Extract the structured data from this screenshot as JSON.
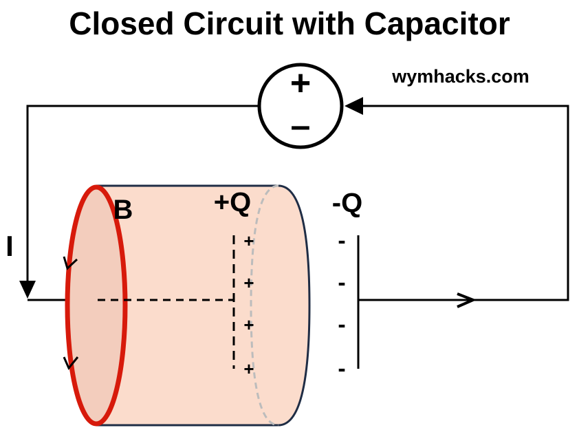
{
  "title": "Closed Circuit with Capacitor",
  "watermark": "wymhacks.com",
  "labels": {
    "current": "I",
    "magnetic_field": "B",
    "positive_charge": "+Q",
    "negative_charge": "-Q"
  },
  "battery": {
    "positive_sign": "+",
    "negative_sign": "–"
  },
  "plates": {
    "positive_signs": [
      "+",
      "+",
      "+",
      "+"
    ],
    "negative_signs": [
      "-",
      "-",
      "-",
      "-"
    ]
  },
  "colors": {
    "cylinder_fill": "#fbdccc",
    "cylinder_cap": "#f3cdbd",
    "loop_red": "#d71a0b",
    "cylinder_outline": "#1f2d45",
    "dashed_gray": "#bcbcbc",
    "wire": "#000000"
  }
}
